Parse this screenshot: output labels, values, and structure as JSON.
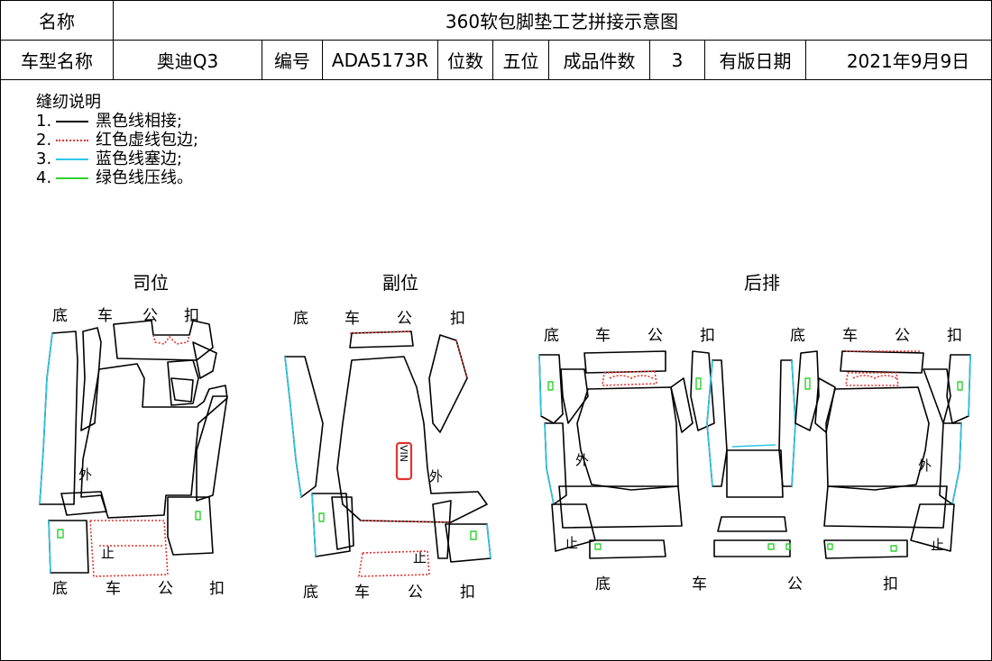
{
  "header": {
    "row1": {
      "name_label": "名称",
      "title": "360软包脚垫工艺拼接示意图"
    },
    "row2": {
      "model_label": "车型名称",
      "model_value": "奥迪Q3",
      "code_label": "编号",
      "code_value": "ADA5173R",
      "seats_label": "位数",
      "seats_value": "五位",
      "pieces_label": "成品件数",
      "pieces_value": "3",
      "date_label": "有版日期",
      "date_value": "2021年9月9日"
    }
  },
  "legend": {
    "title": "缝纫说明",
    "items": [
      {
        "num": "1.",
        "text": "黑色线相接;",
        "color": "#000000",
        "style": "solid"
      },
      {
        "num": "2.",
        "text": "红色虚线包边;",
        "color": "#e0342e",
        "style": "dotted"
      },
      {
        "num": "3.",
        "text": "蓝色线塞边;",
        "color": "#2ec5e8",
        "style": "solid"
      },
      {
        "num": "4.",
        "text": "绿色线压线。",
        "color": "#2fd12f",
        "style": "solid"
      }
    ]
  },
  "sections": {
    "driver": {
      "title": "司位",
      "top_labels": [
        "底",
        "车",
        "公",
        "扣"
      ],
      "bottom_labels": [
        "底",
        "车",
        "公",
        "扣"
      ],
      "outer_mark": "外",
      "stop_mark": "止"
    },
    "passenger": {
      "title": "副位",
      "top_labels": [
        "底",
        "车",
        "公",
        "扣"
      ],
      "bottom_labels": [
        "底",
        "车",
        "公",
        "扣"
      ],
      "outer_mark": "外",
      "stop_mark": "止",
      "badge": "VIN"
    },
    "rear": {
      "title": "后排",
      "left_top_labels": [
        "底",
        "车",
        "公",
        "扣"
      ],
      "right_top_labels": [
        "底",
        "车",
        "公",
        "扣"
      ],
      "bottom_labels": [
        "底",
        "车",
        "公",
        "扣"
      ],
      "left_outer_mark": "外",
      "right_outer_mark": "外",
      "left_stop_mark": "止",
      "right_stop_mark": "止"
    }
  },
  "colors": {
    "black": "#000000",
    "red": "#e0342e",
    "blue": "#2ec5e8",
    "green": "#2fd12f"
  }
}
